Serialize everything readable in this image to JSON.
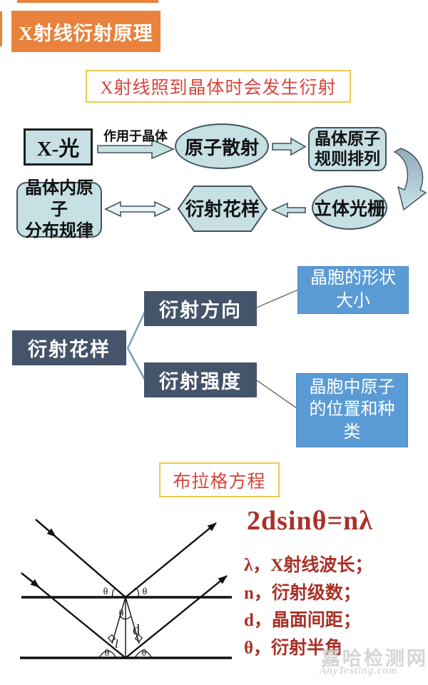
{
  "page": {
    "title": "X射线衍射原理"
  },
  "banners": {
    "intro": "X射线照到晶体时会发生衍射",
    "bragg": "布拉格方程"
  },
  "flowchart": {
    "xray_box": "X-光",
    "arrow1_label": "作用于晶体",
    "atom_scatter": "原子散射",
    "crystal_regular": [
      "晶体原子",
      "规则排列"
    ],
    "crystal_distribution": [
      "晶体内原子",
      "分布规律"
    ],
    "diffraction_pattern": "衍射花样",
    "grating": "立体光栅"
  },
  "tree": {
    "root": "衍射花样",
    "branch_direction": "衍射方向",
    "branch_intensity": "衍射强度",
    "leaf_direction": [
      "晶胞的形状",
      "大小"
    ],
    "leaf_intensity": [
      "晶胞中原子",
      "的位置和种",
      "类"
    ]
  },
  "bragg": {
    "equation": "2dsinθ=nλ",
    "definitions": [
      "λ，X射线波长；",
      "n，衍射级数；",
      "d，晶面间距；",
      "θ，衍射半角"
    ],
    "diagram_labels": {
      "theta": "θ",
      "d": "d",
      "l": "l"
    }
  },
  "watermark": {
    "name": "嘉哈检测网",
    "site": "AnyTesting.com"
  },
  "colors": {
    "orange": "#E8823C",
    "gold_border": "#EACA52",
    "red_banner": "#D6453C",
    "red_equation": "#A93127",
    "shape_fill": "#C6E0E4",
    "shape_stroke": "#43545C",
    "dark_box": "#44546A",
    "blue_box": "#5B9BD5",
    "connector_blue": "#7E9CC0",
    "watermark_gray": "#CFCFCF"
  }
}
